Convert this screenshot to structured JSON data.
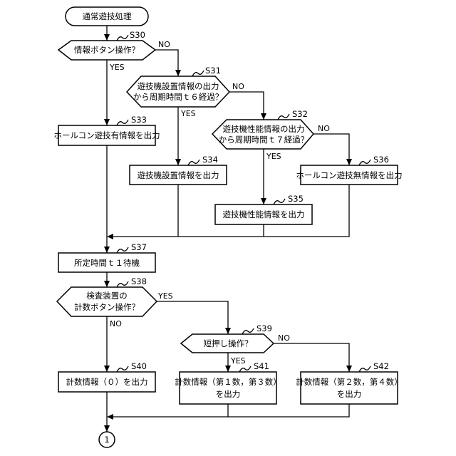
{
  "flowchart": {
    "start": "通常遊技処理",
    "connector": "1",
    "decisions": [
      {
        "id": "S30",
        "lines": [
          "情報ボタン操作？"
        ],
        "yes": "YES",
        "no": "NO"
      },
      {
        "id": "S31",
        "lines": [
          "遊技機設置情報の出力",
          "から周期時間ｔ６経過？"
        ],
        "yes": "YES",
        "no": "NO"
      },
      {
        "id": "S32",
        "lines": [
          "遊技機性能情報の出力",
          "から周期時間ｔ７経過？"
        ],
        "yes": "YES",
        "no": "NO"
      },
      {
        "id": "S38",
        "lines": [
          "検査装置の",
          "計数ボタン操作？"
        ],
        "yes": "YES",
        "no": "NO"
      },
      {
        "id": "S39",
        "lines": [
          "短押し操作？"
        ],
        "yes": "YES",
        "no": "NO"
      }
    ],
    "processes": [
      {
        "id": "S33",
        "lines": [
          "ホールコン遊技有情報を出力"
        ]
      },
      {
        "id": "S34",
        "lines": [
          "遊技機設置情報を出力"
        ]
      },
      {
        "id": "S35",
        "lines": [
          "遊技機性能情報を出力"
        ]
      },
      {
        "id": "S36",
        "lines": [
          "ホールコン遊技無情報を出力"
        ]
      },
      {
        "id": "S37",
        "lines": [
          "所定時間ｔ１待機"
        ]
      },
      {
        "id": "S40",
        "lines": [
          "計数情報（０）を出力"
        ]
      },
      {
        "id": "S41",
        "lines": [
          "計数情報（第１数，第３数）",
          "を出力"
        ]
      },
      {
        "id": "S42",
        "lines": [
          "計数情報（第２数，第４数）",
          "を出力"
        ]
      }
    ]
  }
}
